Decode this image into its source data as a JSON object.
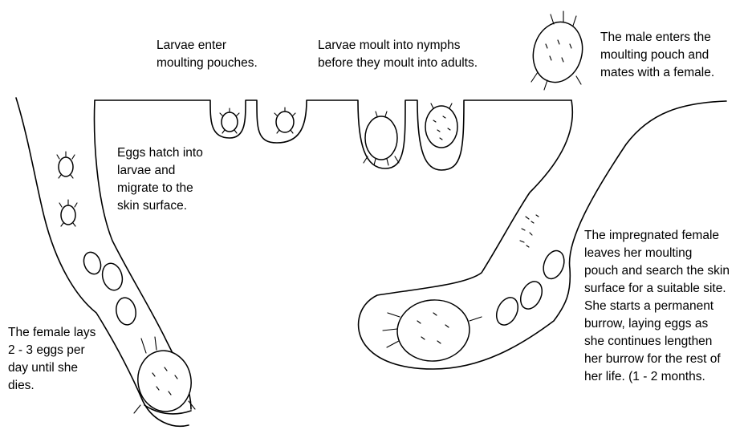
{
  "labels": {
    "larvae_enter": [
      "Larvae enter",
      "moulting pouches."
    ],
    "larvae_moult": [
      "Larvae moult into nymphs",
      "before they moult into adults."
    ],
    "male_enters": [
      "The male enters the",
      "moulting pouch and",
      "mates with a female."
    ],
    "eggs_hatch": [
      "Eggs hatch into",
      "larvae and",
      "migrate to the",
      "skin surface."
    ],
    "female_lays": [
      "The female lays",
      "2 - 3 eggs per",
      "day until she",
      "dies."
    ],
    "impregnated": [
      "The impregnated female",
      "leaves her moulting",
      "pouch and search the skin",
      "surface for a suitable site.",
      "She starts a permanent",
      "burrow, laying eggs as",
      "she continues lengthen",
      "her burrow for the rest of",
      "her life. (1 - 2 months."
    ]
  }
}
